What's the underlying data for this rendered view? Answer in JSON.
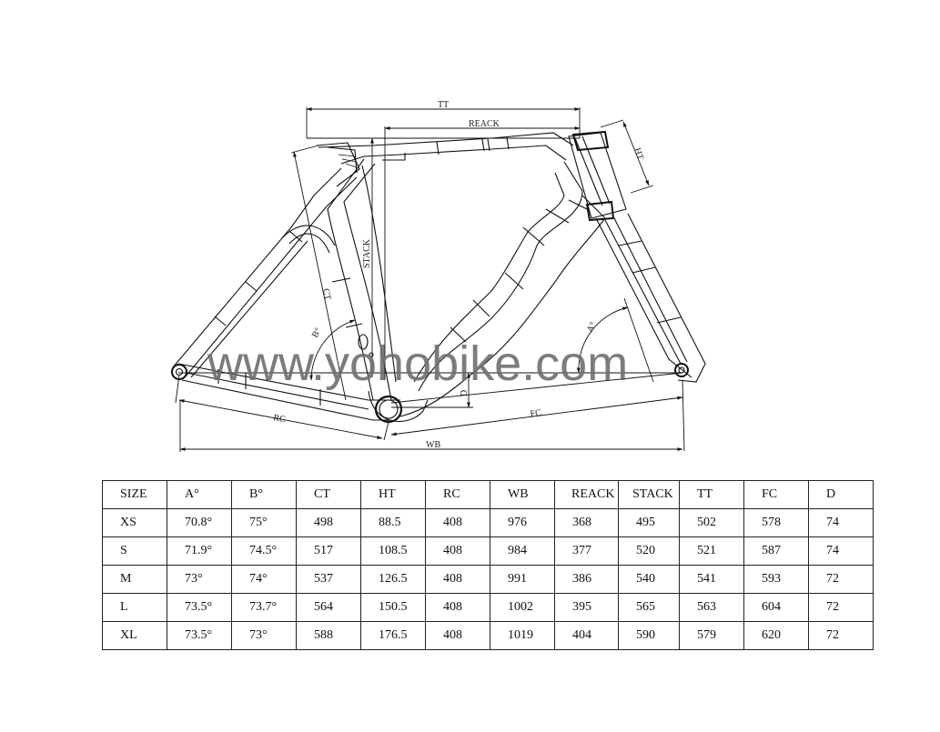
{
  "diagram": {
    "watermark": "www.yohobike.com",
    "dimension_labels": {
      "tt": "TT",
      "reach": "REACK",
      "ht": "HT",
      "stack": "STACK",
      "ct": "CT",
      "angle_b": "B°",
      "angle_a": "A°",
      "d": "D",
      "rc": "RC",
      "fc": "FC",
      "wb": "WB"
    },
    "line_color": "#111111"
  },
  "table": {
    "headers": [
      "SIZE",
      "A°",
      "B°",
      "CT",
      "HT",
      "RC",
      "WB",
      "REACK",
      "STACK",
      "TT",
      "FC",
      "D"
    ],
    "rows": [
      [
        "XS",
        "70.8°",
        "75°",
        "498",
        "88.5",
        "408",
        "976",
        "368",
        "495",
        "502",
        "578",
        "74"
      ],
      [
        "S",
        "71.9°",
        "74.5°",
        "517",
        "108.5",
        "408",
        "984",
        "377",
        "520",
        "521",
        "587",
        "74"
      ],
      [
        "M",
        "73°",
        "74°",
        "537",
        "126.5",
        "408",
        "991",
        "386",
        "540",
        "541",
        "593",
        "72"
      ],
      [
        "L",
        "73.5°",
        "73.7°",
        "564",
        "150.5",
        "408",
        "1002",
        "395",
        "565",
        "563",
        "604",
        "72"
      ],
      [
        "XL",
        "73.5°",
        "73°",
        "588",
        "176.5",
        "408",
        "1019",
        "404",
        "590",
        "579",
        "620",
        "72"
      ]
    ]
  }
}
